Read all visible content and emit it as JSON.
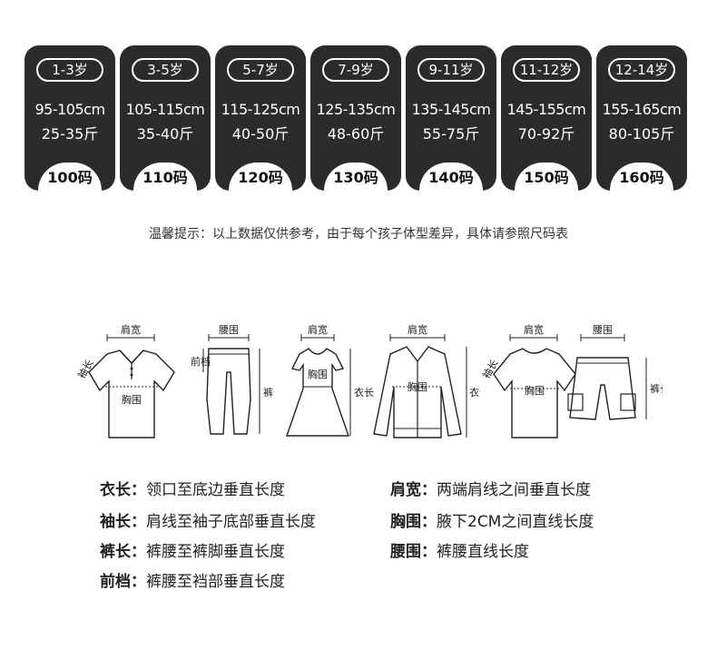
{
  "sizes": [
    {
      "age": "1-3岁",
      "height": "95-105cm",
      "weight": "25-35斤",
      "code": "100码"
    },
    {
      "age": "3-5岁",
      "height": "105-115cm",
      "weight": "35-40斤",
      "code": "110码"
    },
    {
      "age": "5-7岁",
      "height": "115-125cm",
      "weight": "40-50斤",
      "code": "120码"
    },
    {
      "age": "7-9岁",
      "height": "125-135cm",
      "weight": "48-60斤",
      "code": "130码"
    },
    {
      "age": "9-11岁",
      "height": "135-145cm",
      "weight": "55-75斤",
      "code": "140码"
    },
    {
      "age": "11-12岁",
      "height": "145-155cm",
      "weight": "70-92斤",
      "code": "150码"
    },
    {
      "age": "12-14岁",
      "height": "155-165cm",
      "weight": "80-105斤",
      "code": "160码"
    }
  ],
  "tip": "温馨提示：以上数据仅供参考，由于每个孩子体型差异，具体请参照尺码表",
  "labels": {
    "shoulder": "肩宽",
    "waist": "腰围",
    "chest": "胸围",
    "sleeve": "袖长",
    "rise": "前档",
    "pants_length": "裤长",
    "top_length": "衣长"
  },
  "definitions": [
    {
      "term": "衣长：",
      "desc": "领口至底边垂直长度"
    },
    {
      "term": "肩宽：",
      "desc": "两端肩线之间垂直长度"
    },
    {
      "term": "袖长：",
      "desc": "肩线至袖子底部垂直长度"
    },
    {
      "term": "胸围：",
      "desc": "腋下2CM之间直线长度"
    },
    {
      "term": "裤长：",
      "desc": "裤腰至裤脚垂直长度"
    },
    {
      "term": "腰围：",
      "desc": "裤腰直线长度"
    },
    {
      "term": "前档：",
      "desc": "裤腰至裆部垂直长度"
    }
  ]
}
